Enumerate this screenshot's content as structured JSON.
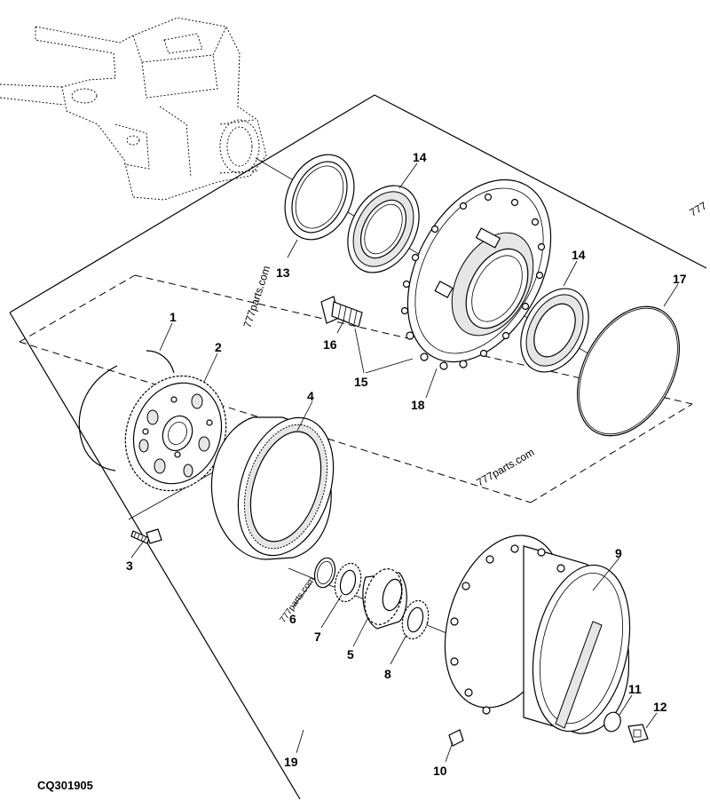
{
  "diagram": {
    "code": "CQ301905",
    "watermarks": [
      "777parts.com",
      "777parts.com",
      "777parts.com",
      "777"
    ],
    "callouts": [
      "1",
      "2",
      "3",
      "4",
      "5",
      "6",
      "7",
      "8",
      "9",
      "10",
      "11",
      "12",
      "13",
      "14",
      "14",
      "15",
      "16",
      "17",
      "18",
      "19"
    ]
  }
}
